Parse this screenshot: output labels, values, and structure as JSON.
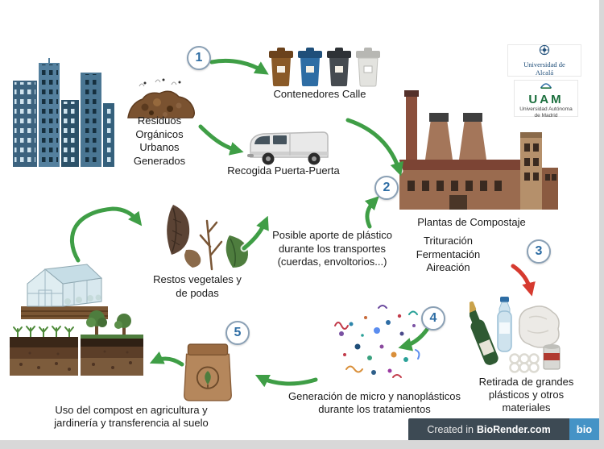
{
  "steps": {
    "s1": "1",
    "s2": "2",
    "s3": "3",
    "s4": "4",
    "s5": "5"
  },
  "labels": {
    "residuos": "Residuos\nOrgánicos\nUrbanos\nGenerados",
    "contenedores": "Contenedores Calle",
    "recogida": "Recogida Puerta-Puerta",
    "plantas": "Plantas de Compostaje",
    "proceso": "Trituración\nFermentación\nAireación",
    "posible_aporte": "Posible aporte de plástico\ndurante los transportes\n(cuerdas, envoltorios...)",
    "restos": "Restos vegetales y\nde podas",
    "retirada": "Retirada de grandes\nplásticos y otros\nmateriales",
    "generacion": "Generación de micro y nanoplásticos\ndurante los tratamientos",
    "uso": "Uso del compost en agricultura y\njardinería y transferencia al suelo"
  },
  "logos": {
    "alcala": "Universidad de Alcalá",
    "uam_acronym": "UAM",
    "uam_name": "Universidad Autónoma\nde Madrid"
  },
  "footer": {
    "created_prefix": "Created in",
    "brand": "BioRender.com",
    "badge": "bio"
  },
  "colors": {
    "arrow_green": "#3f9e46",
    "arrow_red": "#d63a2f",
    "step_number": "#2e6da4",
    "footer_bg": "#3d4a54",
    "badge_bg": "#4593c6"
  }
}
